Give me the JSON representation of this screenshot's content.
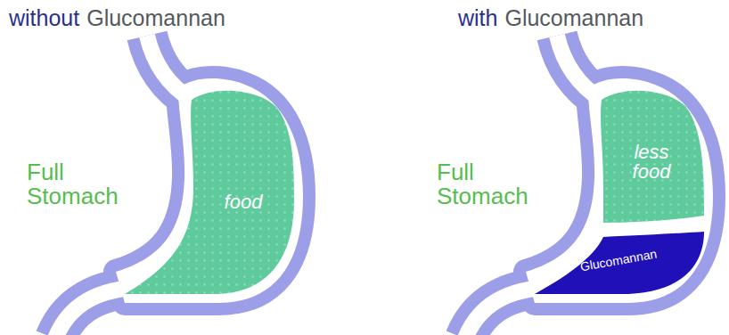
{
  "diagram": {
    "nodes": [
      {
        "text": [
          "Full Stomach"
        ]
      },
      {
        "text": [
          "food"
        ],
        "in": 0
      },
      {
        "text": [
          "Full Stomach"
        ]
      },
      {
        "text": [
          "less food"
        ],
        "in": 2
      },
      {
        "text": [
          "Glucomannan"
        ],
        "in": 2
      }
    ],
    "labels": [
      "without",
      "Glucomannan",
      "with",
      "Glucomannan"
    ]
  }
}
